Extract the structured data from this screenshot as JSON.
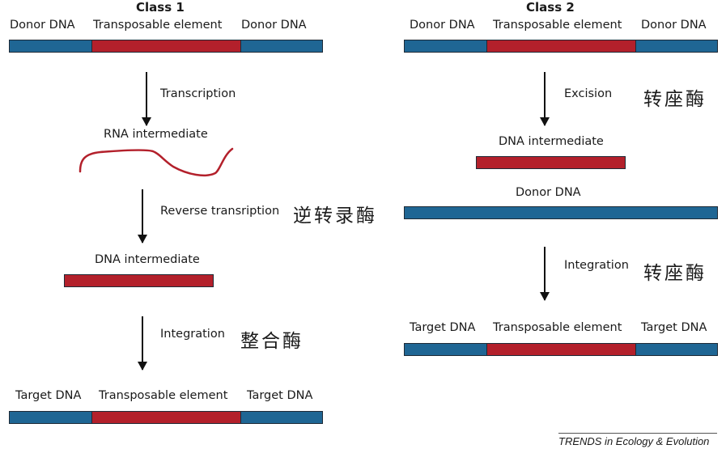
{
  "class1": {
    "title": "Class 1",
    "top_labels": [
      "Donor DNA",
      "Transposable element",
      "Donor DNA"
    ],
    "step1": "Transcription",
    "rna": "RNA intermediate",
    "step2": "Reverse transription",
    "step2_cjk": "逆转录酶",
    "dna": "DNA intermediate",
    "step3": "Integration",
    "step3_cjk": "整合酶",
    "bottom_labels": [
      "Target DNA",
      "Transposable element",
      "Target DNA"
    ]
  },
  "class2": {
    "title": "Class 2",
    "top_labels": [
      "Donor DNA",
      "Transposable element",
      "Donor DNA"
    ],
    "step1": "Excision",
    "step1_cjk": "转座酶",
    "dna": "DNA intermediate",
    "donor": "Donor DNA",
    "step2": "Integration",
    "step2_cjk": "转座酶",
    "bottom_labels": [
      "Target DNA",
      "Transposable element",
      "Target DNA"
    ]
  },
  "colors": {
    "dna_blue": "#1f6694",
    "element_red": "#b3202b"
  },
  "footer": "TRENDS in Ecology & Evolution"
}
